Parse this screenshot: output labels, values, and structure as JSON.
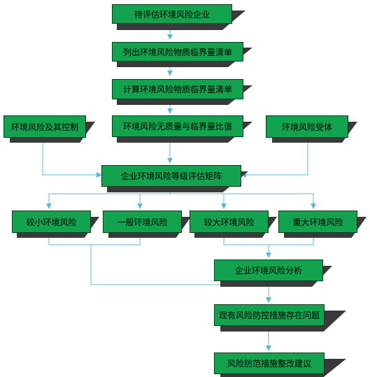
{
  "colors": {
    "box_fill": "#13a24e",
    "box_border": "#0d3b1f",
    "shadow": "#3a3a3a",
    "arrow": "#5bb8d6"
  },
  "nodes": {
    "enterprise": "待评估环境风险企业",
    "list_substances": "列出环境风险物质临界量清单",
    "calc_substances": "计算环境风险物质临界量清单",
    "ratio": "环境风险无质量与临界量比值",
    "risk_control": "环境风险及其控制",
    "receptor": "环境风险受体",
    "matrix": "企业环境风险等级评估矩阵",
    "level_low": "较小环境风险",
    "level_general": "一般环境风险",
    "level_high": "较大环境风险",
    "level_major": "重大环境风险",
    "analysis": "企业环境风险分析",
    "existing_problems": "现有风险防控措施存在问题",
    "suggestions": "风险防范措施整改建议"
  }
}
